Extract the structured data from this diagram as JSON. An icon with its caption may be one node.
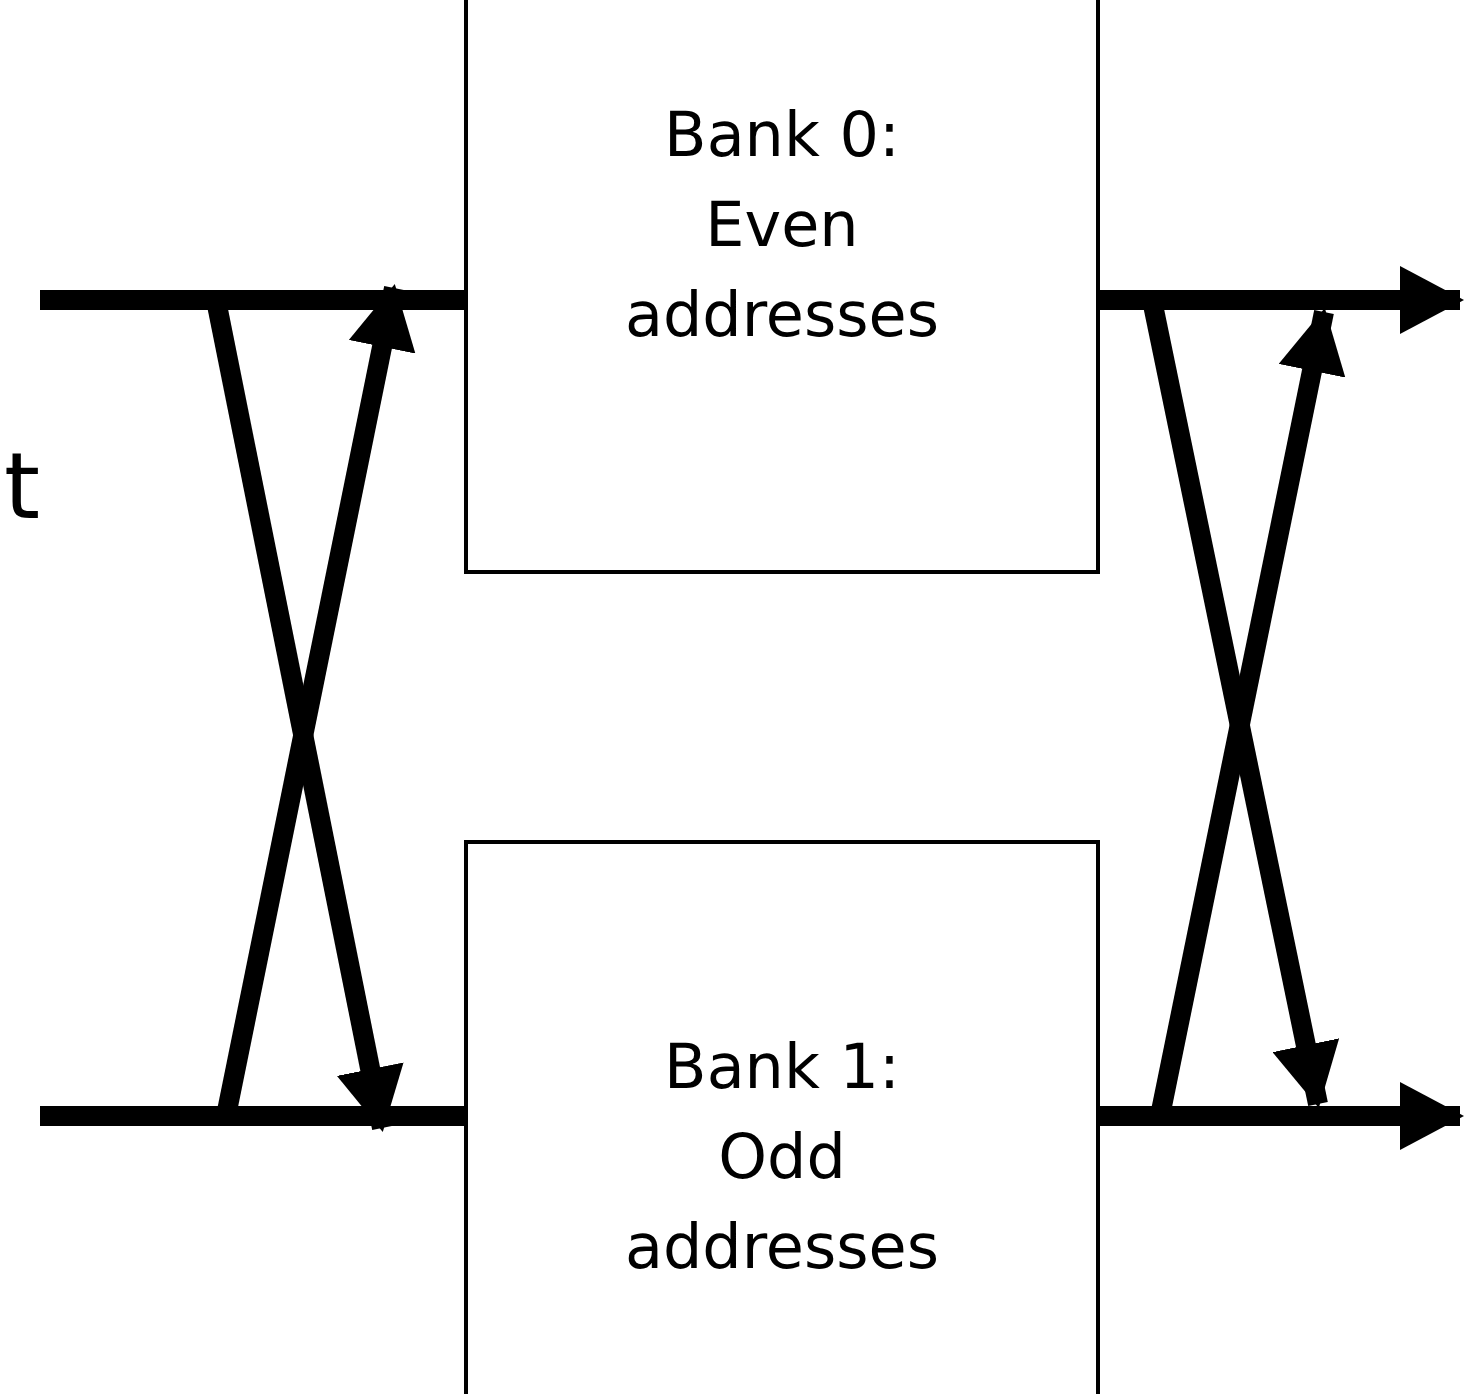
{
  "diagram": {
    "nodes": [
      {
        "text": [
          "Bank 0: Even addresses"
        ]
      },
      {
        "text": [
          "Bank 1: Odd addresses"
        ]
      }
    ],
    "edges": [
      {
        "from": null,
        "to": 0,
        "arrow": "none"
      },
      {
        "from": null,
        "to": 1,
        "arrow": "none"
      },
      {
        "from": null,
        "to": 0,
        "arrow": "to"
      },
      {
        "from": null,
        "to": 1,
        "arrow": "to"
      },
      {
        "from": 0,
        "to": null,
        "arrow": "to"
      },
      {
        "from": 1,
        "to": null,
        "arrow": "to"
      },
      {
        "from": 1,
        "to": null,
        "arrow": "to"
      },
      {
        "from": 0,
        "to": null,
        "arrow": "to"
      }
    ],
    "labels": [
      "t"
    ]
  }
}
